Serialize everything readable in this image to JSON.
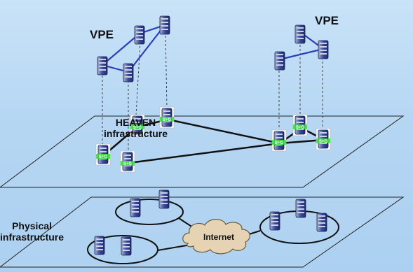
{
  "labels": {
    "vpe_left": "VPE",
    "vpe_right": "VPE",
    "heaven_line1": "HEAVEN",
    "heaven_line2": "infrastructure",
    "physical_line1": "Physical",
    "physical_line2": "infrastructure",
    "internet": "Internet"
  },
  "icons": [
    "server-icon",
    "virtual-server-icon",
    "cloud-icon"
  ],
  "colors": {
    "background": "#b5d6f3",
    "vpe_links": "#2b3fb8",
    "heaven_links": "#111111",
    "server_body": "#2e3d8f",
    "green_badge": "#36e036",
    "cloud": "#e6d3b4"
  }
}
